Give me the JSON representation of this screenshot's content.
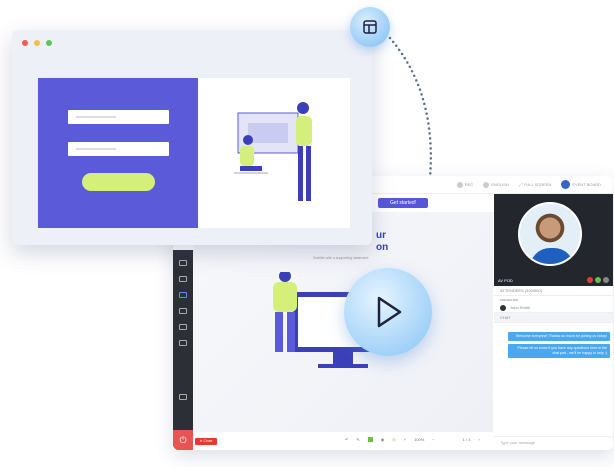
{
  "webinar": {
    "topbar": {
      "rec": "REC",
      "language": "ENGLISH",
      "fullscreen": "FULL SCREEN",
      "event_board": "EVENT BOARD"
    },
    "cta": "Get started!",
    "headline": [
      "ur",
      "on"
    ],
    "subtitle": "Subtitle with a supporting statement",
    "close_label": "Close",
    "toolbar": {
      "zoom": "100%",
      "page": "1 / 3"
    },
    "video": {
      "label": "AV POD"
    },
    "attendees": "ATTENDEES (400/500)",
    "presenter_heading": "PRESENTER",
    "presenter_name": "John Smith",
    "chat_label": "CHAT",
    "messages": [
      "Welcome everyone! Thanks so much for joining us today!",
      "Please let us know if you have any questions here in the chat pod - we'll be happy to help :)"
    ],
    "chat_placeholder": "Type your message",
    "colors": {
      "accent": "#5557d8",
      "chat": "#4aa8f0",
      "close": "#e53935"
    }
  },
  "landing": {
    "colors": {
      "panel": "#5b5bd9",
      "button": "#d4f07a"
    }
  },
  "icons": {
    "top": "layout-icon",
    "center": "play-icon"
  }
}
